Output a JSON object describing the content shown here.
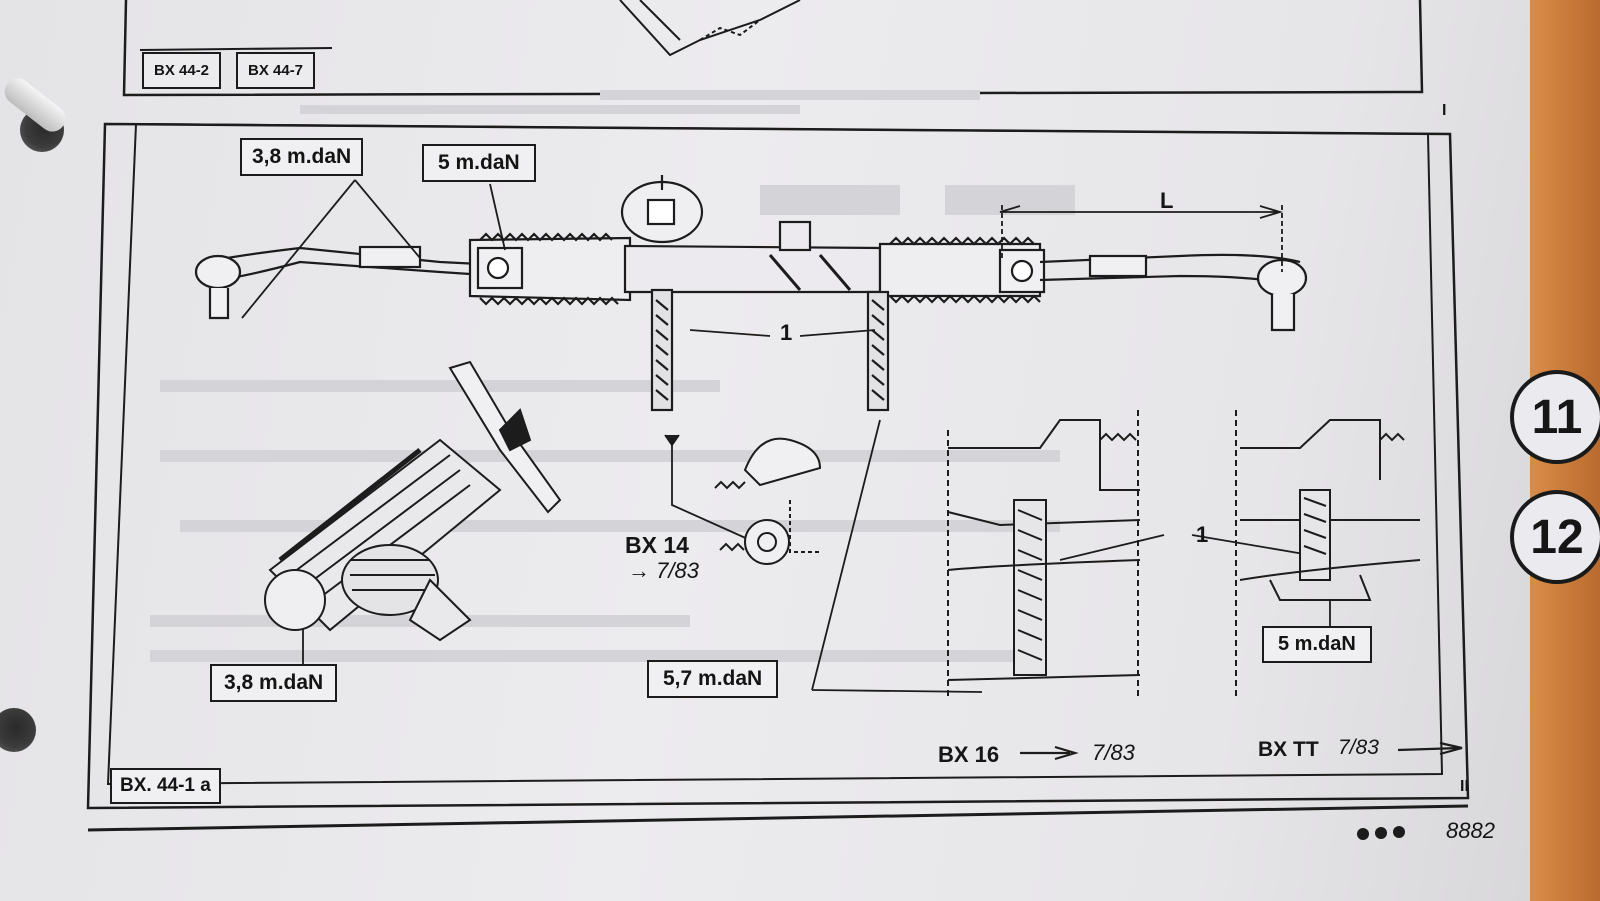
{
  "tabs": [
    "BX 44-2",
    "BX 44-7"
  ],
  "torques": {
    "top_left": "3,8 m.daN",
    "top_mid": "5 m.daN",
    "bottom_left": "3,8 m.daN",
    "center": "5,7 m.daN",
    "right": "5 m.daN"
  },
  "dimension_label": "L",
  "callout_1": "1",
  "callout_1_right": "1",
  "bx14": {
    "model": "BX 14",
    "date": "→ 7/83"
  },
  "bx16": {
    "model": "BX 16",
    "date": "7/83"
  },
  "bxtt": {
    "model": "BX TT",
    "date": "7/83"
  },
  "figure_ref": "BX. 44-1 a",
  "roman_top": "I",
  "roman_bottom": "II",
  "page_number": "8882",
  "side_tabs": [
    "11",
    "12"
  ]
}
